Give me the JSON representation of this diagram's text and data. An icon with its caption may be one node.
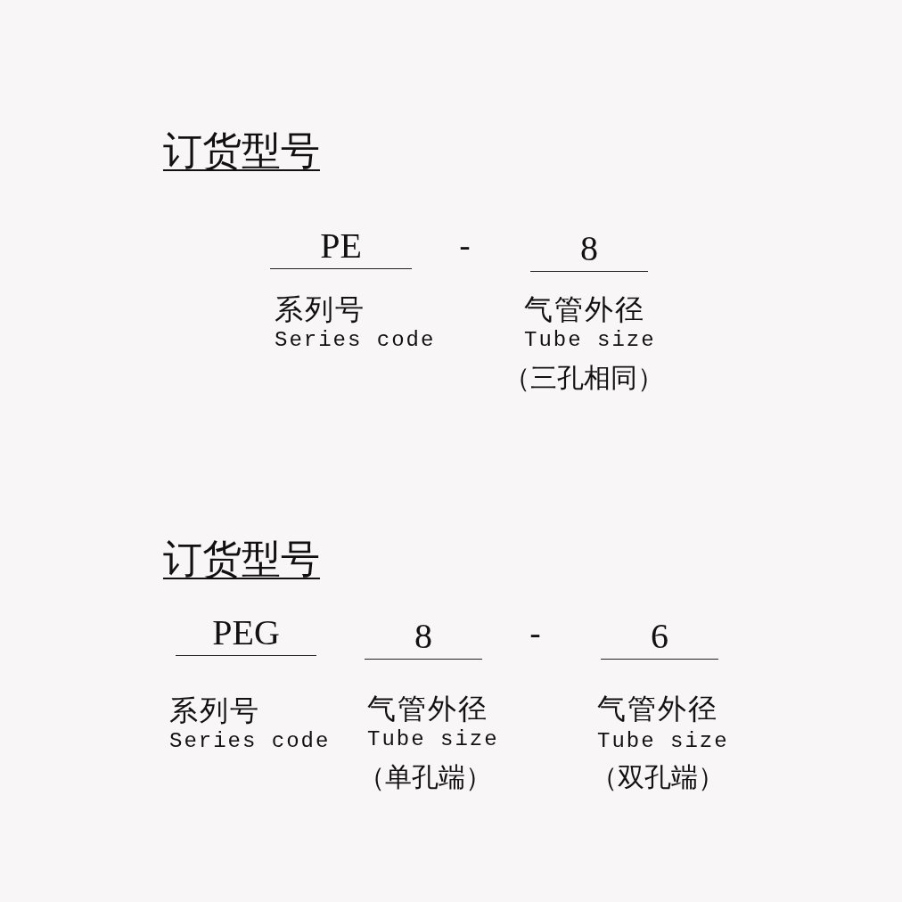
{
  "diagram": {
    "labels": [
      "订货型号",
      "PE",
      "-",
      "8",
      "系列号",
      "Series code",
      "气管外径",
      "Tube size",
      "（三孔相同）",
      "订货型号",
      "PEG",
      "8",
      "-",
      "6",
      "系列号",
      "Series code",
      "气管外径",
      "Tube size",
      "（单孔端）",
      "气管外径",
      "Tube size",
      "（双孔端）"
    ]
  }
}
